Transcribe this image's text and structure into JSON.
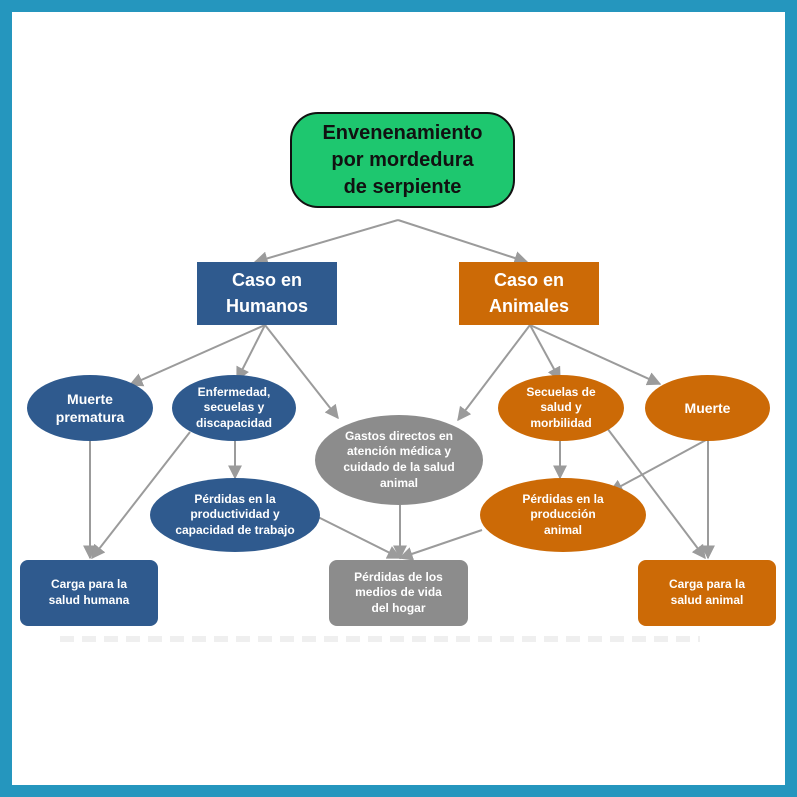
{
  "root": {
    "label": "Envenenamiento\npor mordedura\nde serpiente"
  },
  "humans": {
    "label": "Caso en\nHumanos"
  },
  "animals": {
    "label": "Caso en\nAnimales"
  },
  "nodes": {
    "premature_death": "Muerte\nprematura",
    "disease_sequelae": "Enfermedad,\nsecuelas y\ndiscapacidad",
    "direct_costs": "Gastos directos en\natención médica y\ncuidado de la salud\nanimal",
    "health_sequelae": "Secuelas de\nsalud y\nmorbilidad",
    "death": "Muerte",
    "productivity_loss": "Pérdidas en la\nproductividad y\ncapacidad de trabajo",
    "production_loss": "Pérdidas en la\nproducción\nanimal",
    "human_burden": "Carga para la\nsalud humana",
    "livelihood_loss": "Pérdidas de los\nmedios de vida\ndel hogar",
    "animal_burden": "Carga para la\nsalud animal"
  },
  "colors": {
    "root": "#1ec76f",
    "humans": "#2f5a8e",
    "animals": "#cc6a06",
    "shared": "#8c8c8c",
    "arrow": "#9b9b9b",
    "frame": "#2596be"
  }
}
